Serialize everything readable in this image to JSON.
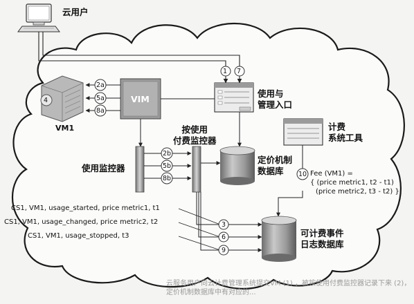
{
  "nodes": {
    "cloud_user": "云用户",
    "vim": "VIM",
    "vm1": "VM1",
    "vm1_badge": "4",
    "usage_portal": "使用与\n管理入口",
    "usage_monitor": "使用监控器",
    "pay_monitor": "按使用\n付费监控器",
    "pricing_db": "定价机制\n数据库",
    "billing_tool": "计费\n系统工具",
    "log_db": "可计费事件\n日志数据库"
  },
  "steps": {
    "s1": "1",
    "s7": "7",
    "s2a": "2a",
    "s5a": "5a",
    "s8a": "8a",
    "s2b": "2b",
    "s5b": "5b",
    "s8b": "8b",
    "s3": "3",
    "s6": "6",
    "s9": "9",
    "s10": "10"
  },
  "events": [
    "CS1, VM1, usage_started, price metric1, t1",
    "CS1, VM1, usage_changed, price metric2, t2",
    "CS1, VM1, usage_stopped, t3"
  ],
  "formula": [
    "Fee (VM1) =",
    "{ (price metric1, t2 - t1)",
    "(price metric2, t3 - t2) }"
  ],
  "caption": "云服务用户向云计费管理系统提交VM (1) ，被按使用付费监控器记录下来 (2)，定价机制数据库中有对应的..."
}
